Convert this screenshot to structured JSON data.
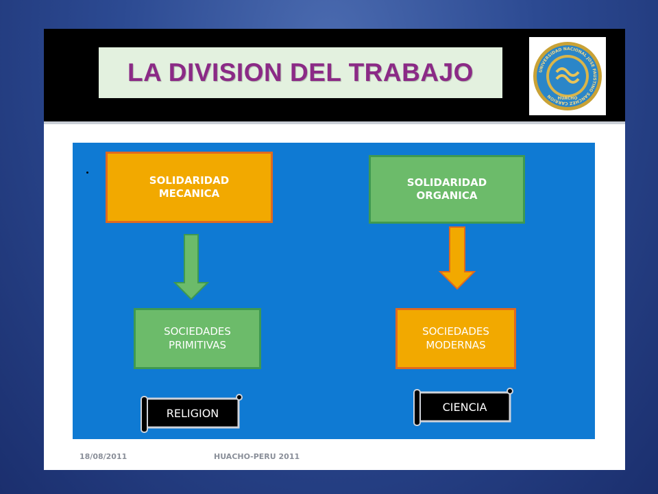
{
  "slide": {
    "title": "LA DIVISION DEL TRABAJO",
    "footer_date": "18/08/2011",
    "footer_place": "HUACHO-PERU 2011"
  },
  "logo": {
    "ring_text": "UNIVERSIDAD NACIONAL JOSE FAUSTINO SANCHEZ CARRION",
    "city": "HUACHO"
  },
  "diagram": {
    "nodes": [
      {
        "id": "mecanica",
        "label": "SOLIDARIDAD\nMECANICA"
      },
      {
        "id": "organica",
        "label": "SOLIDARIDAD\nORGANICA"
      },
      {
        "id": "primitivas",
        "label": "SOCIEDADES\nPRIMITIVAS"
      },
      {
        "id": "modernas",
        "label": "SOCIEDADES\nMODERNAS"
      }
    ],
    "edges": [
      {
        "from": "mecanica",
        "to": "primitivas"
      },
      {
        "from": "organica",
        "to": "modernas"
      }
    ],
    "scrolls": [
      {
        "id": "religion",
        "label": "RELIGION"
      },
      {
        "id": "ciencia",
        "label": "CIENCIA"
      }
    ]
  },
  "colors": {
    "background": "#2c4a92",
    "diagram_panel": "#0f7ad3",
    "orange_fill": "#f2a900",
    "orange_border": "#e0691f",
    "green_fill": "#6cbb6a",
    "green_border": "#3f9950",
    "title_text": "#8b2a86",
    "title_box": "#e3f1df",
    "header_band": "#000000",
    "scroll_fill": "#000000",
    "logo_gold": "#c9a236",
    "logo_blue": "#2b86c8"
  },
  "icons": {
    "logo": "university-seal-icon",
    "arrows": "down-arrow-icon",
    "scrolls": "scroll-banner-icon"
  }
}
